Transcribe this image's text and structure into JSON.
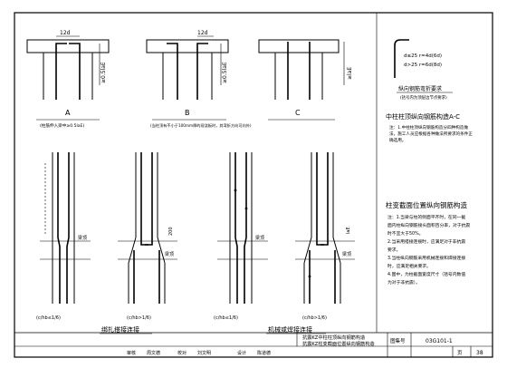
{
  "details": {
    "A": {
      "label": "A",
      "note": "(柱筋伸入梁中≥0.5laE)",
      "dim_top": "12d",
      "dim_side": "≥0.5laE"
    },
    "B": {
      "label": "B",
      "note": "(当柱顶有不小于100mm厚的现浇板时，其弯折方向可向外)",
      "dim_top": "12d",
      "dim_side": "≥0.5laE"
    },
    "C": {
      "label": "C",
      "note": "",
      "dim_top": "",
      "dim_side": "≥laE"
    },
    "hook": {
      "cond1": "d≤25  r=4d(6d)",
      "cond2": "d>25  r=6d(8d)"
    }
  },
  "notes_right": {
    "bend_title": "纵向钢筋弯折要求",
    "bend_subtitle": "(括号内为顶层边节点要求)",
    "column_top_title": "中柱柱顶纵向钢筋构造A-C",
    "column_top_text": [
      "注：1.中柱柱顶纵向钢筋构造分四种构造做",
      "法，施工人员应根据各种做法所要求的条件正",
      "确选用。"
    ],
    "change_title": "柱变截面位置纵向钢筋构造",
    "change_text": [
      "注：1.当梁与柱的侧面平齐时，在同一截",
      "面内柱纵向钢筋接头面积百分率，对于抗震",
      "时不宜大于50%。",
      "2.当采用搭接连接时，应满足对于非抗震",
      "要求。",
      "3.当柱纵向钢筋采用机械连接和焊接连接",
      "时，应满足相关要求。",
      "4.图中，为柱截面宽度尺寸（括号内数值",
      "为对于非抗震）。"
    ]
  },
  "ratios": {
    "r1": "(c/hb≤1/6)",
    "r2": "(c/hb>1/6)",
    "r3": "(c/hb≤1/6)",
    "r4": "(c/hb>1/6)"
  },
  "labels": {
    "beam1": "梁顶",
    "beam2": "梁顶",
    "beam3": "梁顶",
    "beam4": "梁顶",
    "dim_200": "200",
    "dim_lae": "laE"
  },
  "captions": {
    "left": "绑扎搭接连接",
    "right": "机械或焊接连接"
  },
  "title_block": {
    "title_line1": "抗震KZ中柱柱顶纵向钢筋构造",
    "title_line2": "抗震KZ柱变截面位置纵向钢筋构造",
    "atlas_label": "图集号",
    "atlas_no": "03G101-1",
    "page_label": "页",
    "page_no": "38",
    "review": "审核",
    "check": "校对",
    "design": "设计",
    "reviewer": "周文德",
    "checker": "刘文明",
    "designer": "陈道德"
  }
}
